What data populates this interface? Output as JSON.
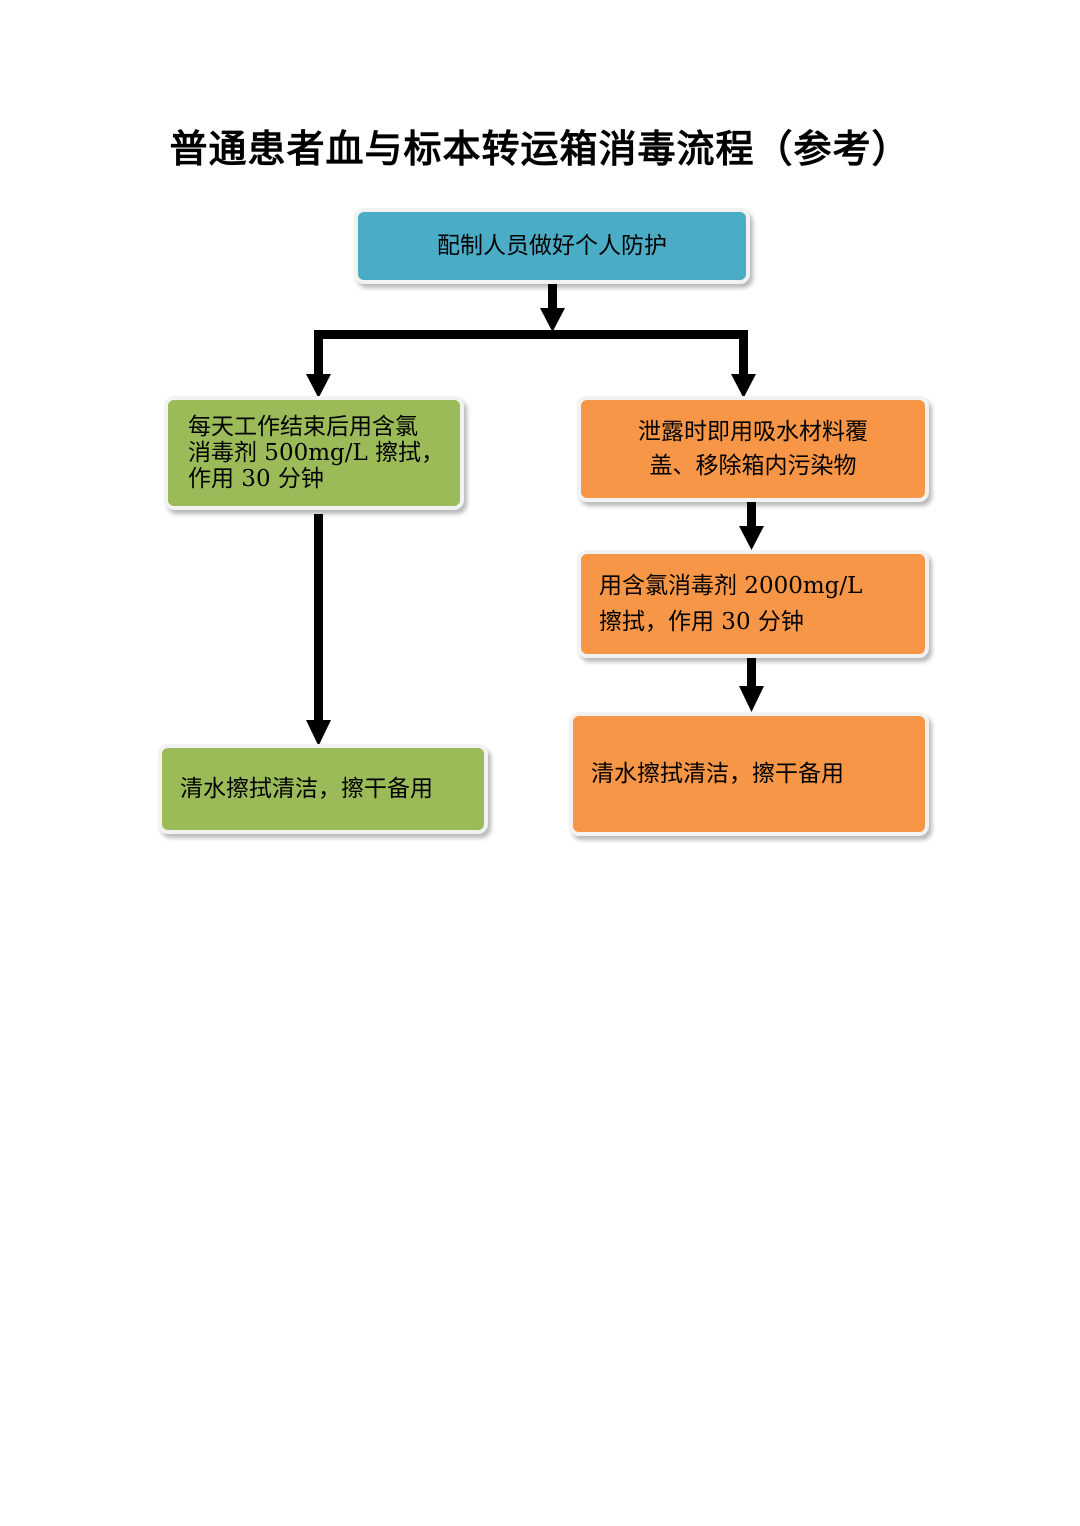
{
  "title": "普通患者血与标本转运箱消毒流程（参考）",
  "nodes": {
    "start": "配制人员做好个人防护",
    "left_step1": "每天工作结束后用含氯\n消毒剂 500mg/L 擦拭，\n作用 30 分钟",
    "left_step2": "清水擦拭清洁，擦干备用",
    "right_step1": "泄露时即用吸水材料覆\n盖、移除箱内污染物",
    "right_step2": "用含氯消毒剂 2000mg/L\n擦拭，作用 30 分钟",
    "right_step3": "清水擦拭清洁，擦干备用"
  },
  "colors": {
    "start": "#4bacc6",
    "left_branch": "#9bbb59",
    "right_branch": "#f79646",
    "arrow": "#000000"
  }
}
